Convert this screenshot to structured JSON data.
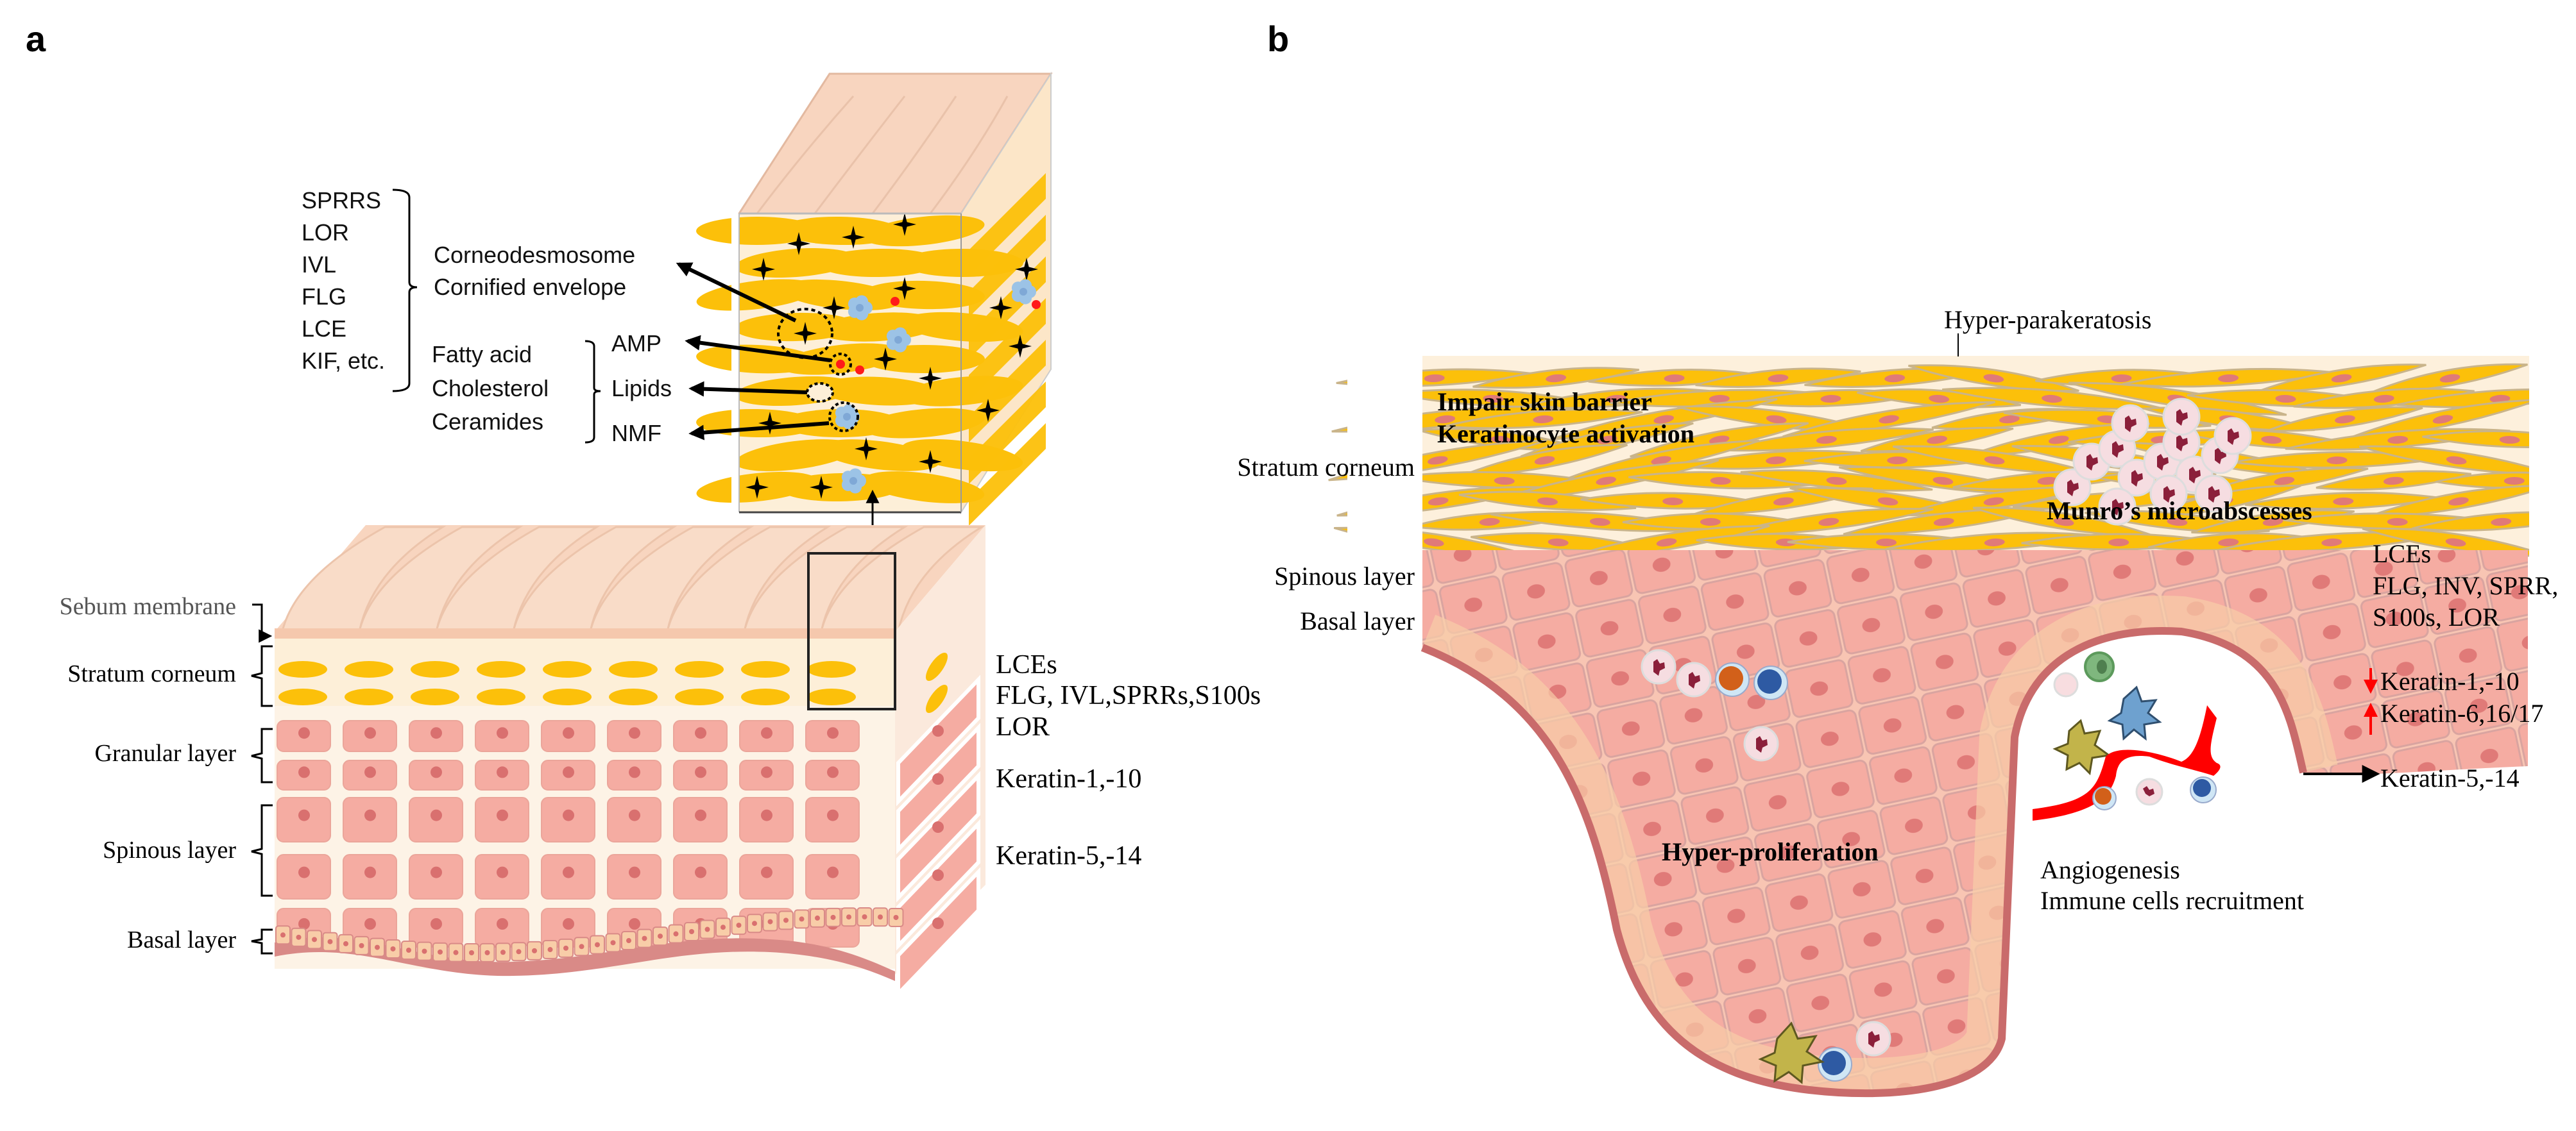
{
  "colors": {
    "corneocyte_yellow": "#fcc00a",
    "cream": "#fdefd8",
    "cell_pink": "#f5aca2",
    "nucleus": "#d9706f",
    "basal_cell": "#f8cda8",
    "membrane_outline": "#c96b6b",
    "surface_peach": "#f8d5bf",
    "vessel_red": "#ff0000",
    "arrow_down_red": "#ff0000",
    "arrow_up_red": "#ff0000",
    "ama_blue": "#9cc3e6"
  },
  "panel_a": {
    "label": "a",
    "protein_list": [
      "SPRRS",
      "LOR",
      "IVL",
      "FLG",
      "LCE",
      "KIF, etc."
    ],
    "envelope_labels": [
      "Corneodesmosome",
      "Cornified envelope"
    ],
    "lipid_list": [
      "Fatty acid",
      "Cholesterol",
      "Ceramides"
    ],
    "components": [
      "AMP",
      "Lipids",
      "NMF"
    ],
    "layers": {
      "sebum": "Sebum membrane",
      "stratum_corneum": "Stratum corneum",
      "granular": "Granular layer",
      "spinous": "Spinous layer",
      "basal": "Basal layer"
    },
    "markers": {
      "line1": "LCEs",
      "line2": "FLG, IVL,SPRRs,S100s",
      "line3": "LOR",
      "granular": "Keratin-1,-10",
      "basal": "Keratin-5,-14"
    }
  },
  "panel_b": {
    "label": "b",
    "hyper_parakeratosis": "Hyper-parakeratosis",
    "impair_barrier": "Impair skin barrier",
    "keratinocyte_activation": "Keratinocyte activation",
    "munro": "Munro’s microabscesses",
    "hyper_proliferation": "Hyper-proliferation",
    "angiogenesis": "Angiogenesis",
    "immune_recruitment": "Immune cells recruitment",
    "layers": {
      "stratum_corneum": "Stratum corneum",
      "spinous": "Spinous layer",
      "basal": "Basal layer"
    },
    "markers": {
      "line1": "LCEs",
      "line2": "FLG, INV, SPRR,",
      "line3": "S100s, LOR",
      "down": "Keratin-1,-10",
      "up": "Keratin-6,16/17",
      "basal": "Keratin-5,-14"
    },
    "marker_directions": {
      "down": "decreased",
      "up": "increased"
    }
  }
}
